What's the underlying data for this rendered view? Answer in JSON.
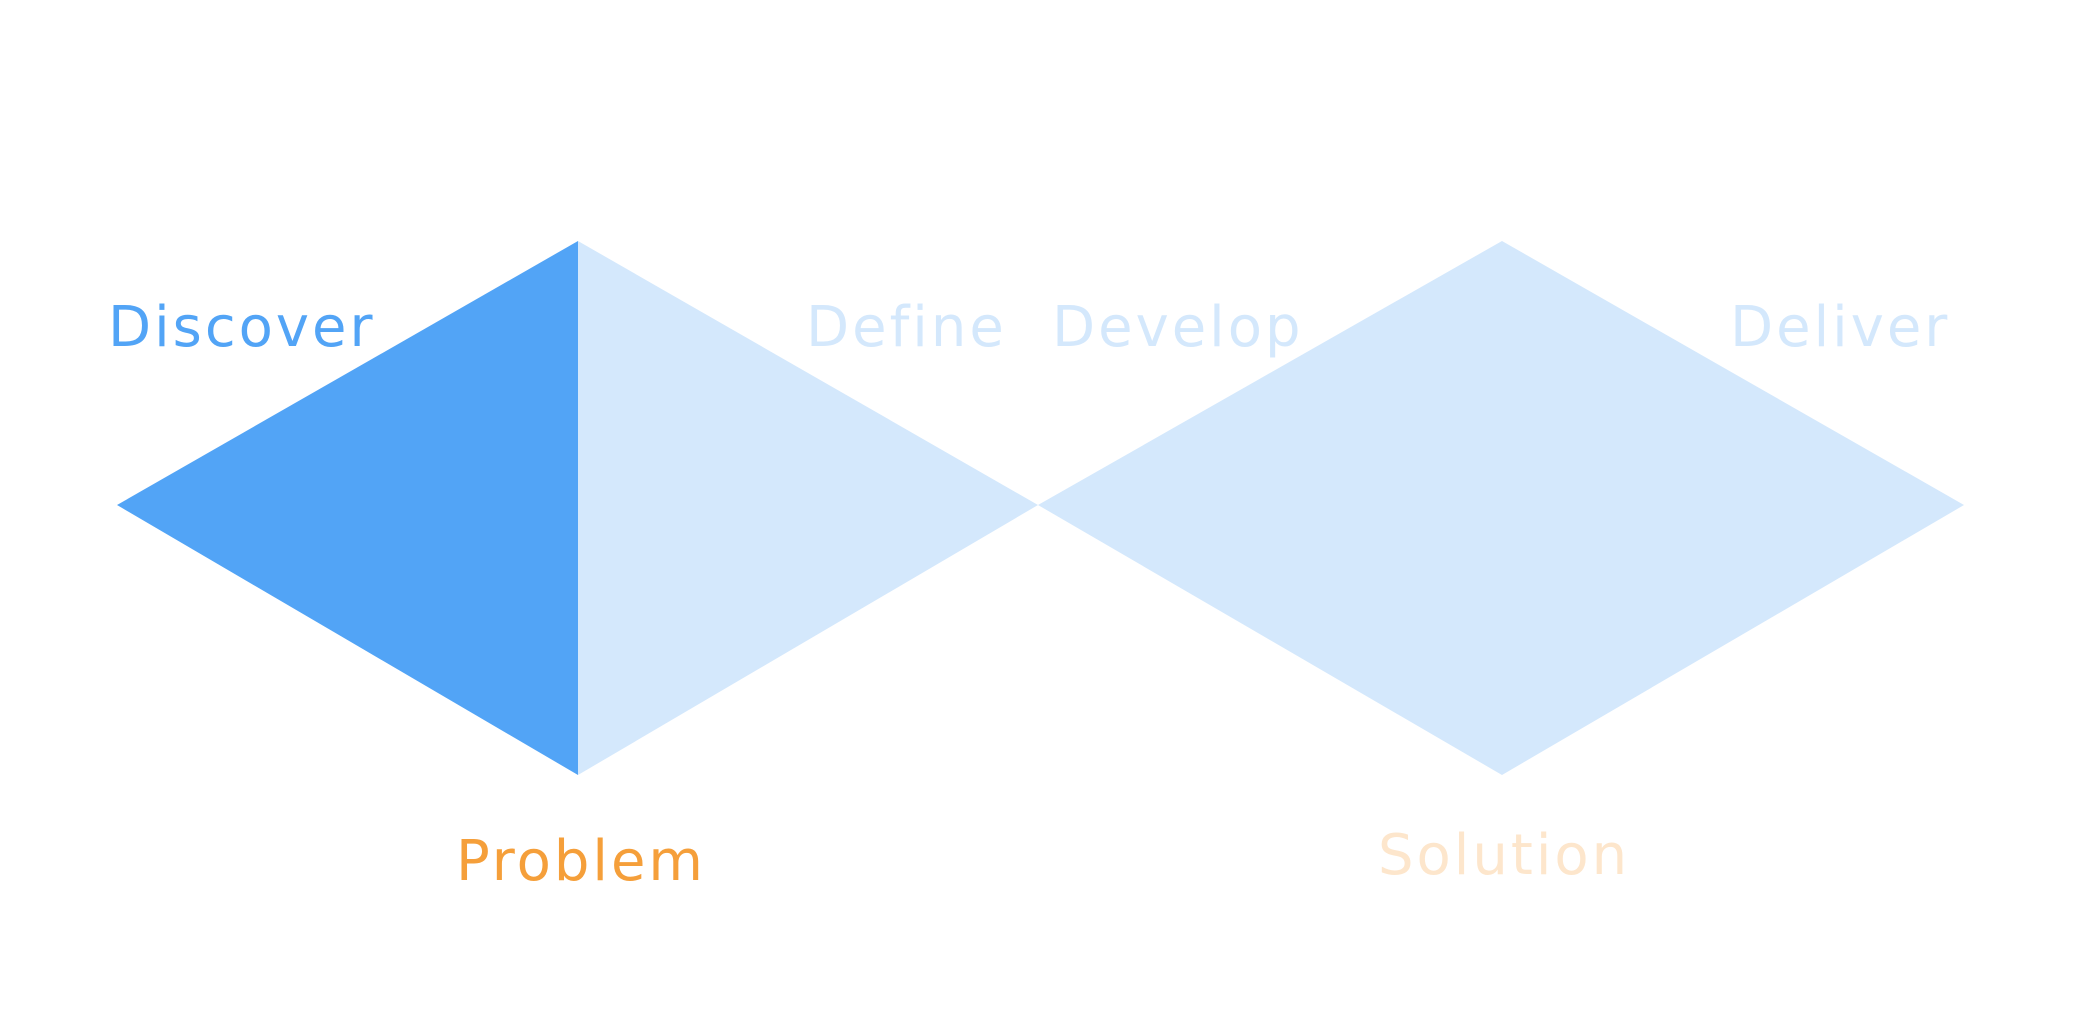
{
  "colors": {
    "active_phase": "#52a4f6",
    "inactive_phase": "#d4e8fc",
    "problem_active": "#f59f3a",
    "solution_inactive": "#fde6cc"
  },
  "phases": [
    {
      "label": "Discover",
      "state": "active"
    },
    {
      "label": "Define",
      "state": "inactive"
    },
    {
      "label": "Develop",
      "state": "inactive"
    },
    {
      "label": "Deliver",
      "state": "inactive"
    }
  ],
  "spaces": [
    {
      "label": "Problem",
      "state": "active"
    },
    {
      "label": "Solution",
      "state": "inactive"
    }
  ]
}
